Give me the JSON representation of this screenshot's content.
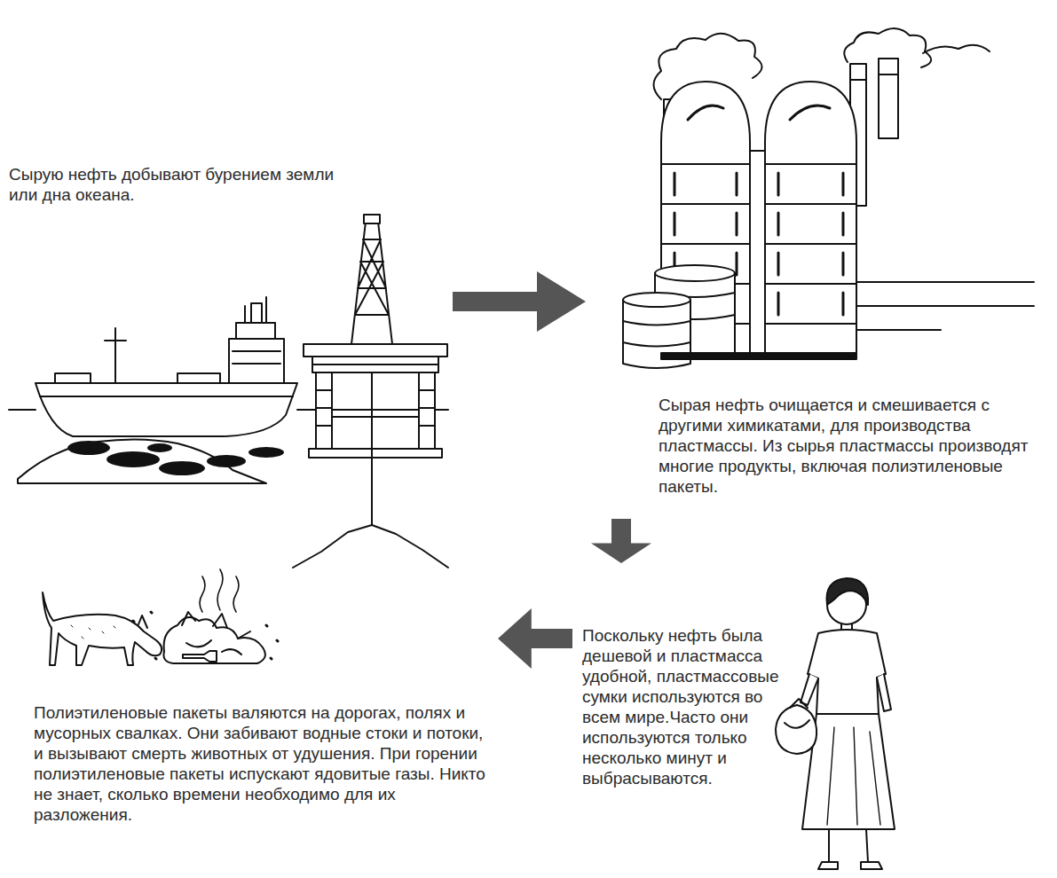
{
  "diagram": {
    "nodes": [
      {
        "text": [
          "Сырую нефть добывают бурением земли или дна океана."
        ]
      },
      {
        "text": [
          "Сырая нефть очищается и смешивается с другими химикатами, для производства пластмассы. Из сырья пластмассы производят многие продукты, включая полиэтиленовые пакеты."
        ]
      },
      {
        "text": [
          "Поскольку нефть была дешевой и пластмасса удобной, пластмассовые сумки используются во всем мире.Часто они используются только несколько минут и выбрасываются."
        ]
      },
      {
        "text": [
          "Полиэтиленовые пакеты валяются на дорогах, полях и мусорных свалках. Они забивают водные стоки и потоки, и вызывают смерть животных от удушения. При горении полиэтиленовые пакеты испускают ядовитые газы. Никто не знает, сколько времени необходимо для их разложения."
        ]
      }
    ],
    "edges": [
      {
        "from": 0,
        "to": 1,
        "arrow": "to"
      },
      {
        "from": 1,
        "to": 2,
        "arrow": "to"
      },
      {
        "from": 2,
        "to": 3,
        "arrow": "to"
      }
    ]
  }
}
